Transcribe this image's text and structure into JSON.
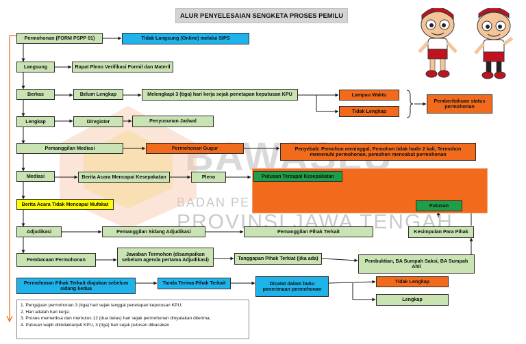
{
  "title": "ALUR PENYELESAIAN SENGKETA PROSES PEMILU",
  "watermark": {
    "line1": "BAWASLU",
    "line2": "BADAN PE",
    "line3": "PROVINSI JAWA TENGAH"
  },
  "boxes": {
    "permohonan": "Permohonan (FORM PSPP 01)",
    "online": "Tidak Langsung (Online) melalui SIPS",
    "langsung": "Langsung",
    "rapat_pleno": "Rapat Pleno Verifikasi Formil dan Materil",
    "berkas": "Berkas",
    "belum_lengkap": "Belum Lengkap",
    "melengkapi": "Melengkapi 3 (tiga) hari kerja sejak penetapan keputusan KPU",
    "lampau_waktu": "Lampau Waktu",
    "tidak_lengkap_1": "Tidak Lengkap",
    "pemberitahuan": "Pemberitahuan status permohonan",
    "lengkap": "Lengkap",
    "diregister": "Diregister",
    "jadwal": "Penyusunan Jadwal",
    "pemanggilan_mediasi": "Pemanggilan Mediasi",
    "gugur": "Permohonan Gugur",
    "penyebab": "Penyebab: Pemohon meninggal, Pemohon tidak hadir 2 kali, Termohon memenuhi permohonan, pemohon mencabut permohonan",
    "mediasi": "Mediasi",
    "ba_sepakat": "Berita Acara Mencapai Kesepakatan",
    "pleno": "Pleno",
    "putusan_sepakat": "Putusan Tercapai Kesepakatan",
    "ba_tidak_mufakat": "Berita Acara Tidak Mencapai Mufakat",
    "putusan": "Putusan",
    "adjudikasi": "Adjudikasi",
    "pemanggilan_sidang": "Pemanggilan Sidang Adjudikasi",
    "pemanggilan_pihak": "Pemanggilan Pihak Terkait",
    "kesimpulan": "Kesimpulan Para Pihak",
    "pembacaan": "Pembacaan Permohonan",
    "jawaban": "Jawaban Termohon (disampaikan sebelum agenda pertama Adjudikasi)",
    "tanggapan": "Tanggapan Pihak Terkiat (jika ada)",
    "pembuktian": "Pembuktian, BA Sumpah Saksi, BA Sumpah Ahli",
    "pihak_terkait": "Permohonan Pihak Terkait diajukan sebelum sidang kedua",
    "tanda_terima": "Tanda Terima Pihak Terkait",
    "dicatat": "Dicatat dalam buku penerimaan permohonan",
    "tidak_lengkap_2": "Tidak Lengkap",
    "lengkap_2": "Lengkap"
  },
  "notes": [
    "1. Pengajuan permohonan 3 (tiga) hari sejak tanggal penetapan keputusan KPU;",
    "2. Hari adalah hari kerja;",
    "3. Proses memeriksa dan memutus 12 (dua belas) hari sejak permohonan dinyatakan diterima;",
    "4. Putusan wajib ditindaklanjuti KPU, 3 (tiga) hari sejak putusan dibacakan"
  ],
  "colors": {
    "green_box": "#c9e3b3",
    "blue_box": "#1fb3ec",
    "orange_box": "#f26a1b",
    "yellow_box": "#ffff00",
    "dark_green_box": "#1f9e4a",
    "spine": "#f26a1b"
  },
  "icons": [
    "mascot-female-icon",
    "mascot-male-icon"
  ]
}
